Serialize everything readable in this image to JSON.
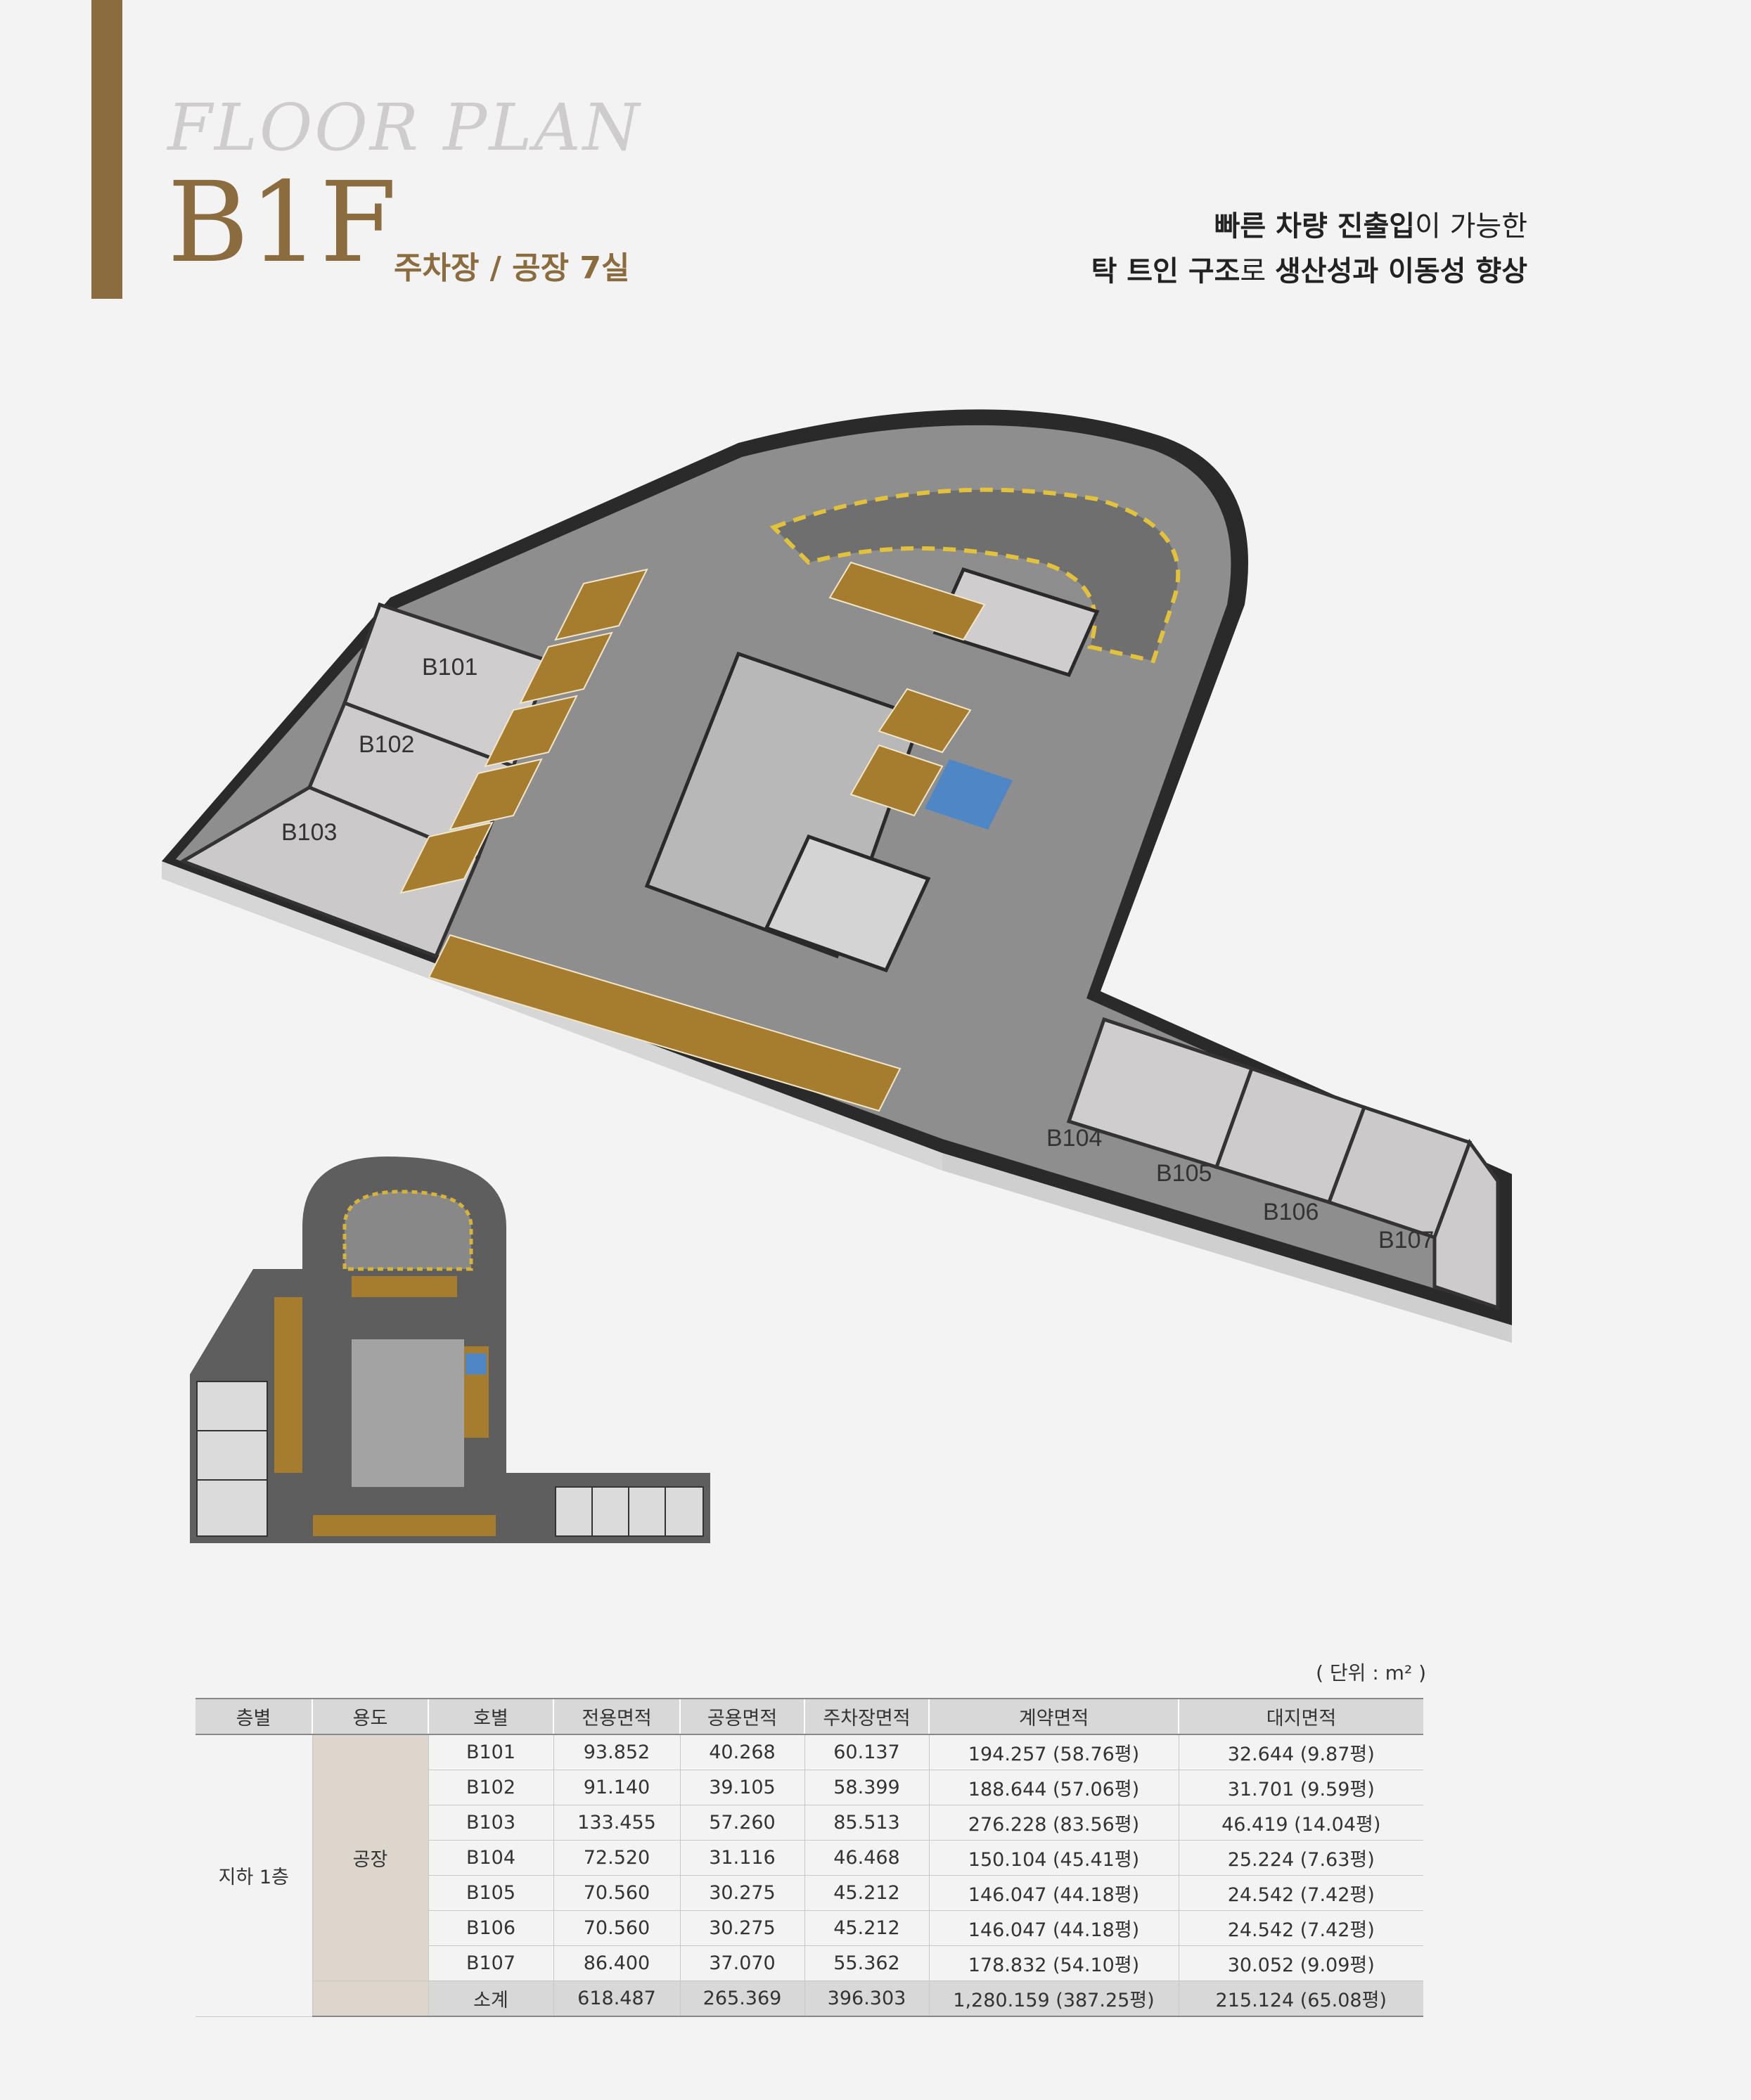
{
  "header": {
    "eyebrow": "FLOOR PLAN",
    "title": "B1F",
    "subtitle": "주차장 / 공장 7실"
  },
  "tagline": {
    "line1_bold": "빠른 차량 진출입",
    "line1_rest": "이 가능한",
    "line2_bold": "탁 트인 구조",
    "line2_mid": "로 ",
    "line2_bold2": "생산성과 이동성 향상"
  },
  "plan": {
    "units": [
      "B101",
      "B102",
      "B103",
      "B104",
      "B105",
      "B106",
      "B107"
    ]
  },
  "table": {
    "unit_note": "( 단위 : m² )",
    "headers": [
      "층별",
      "용도",
      "호별",
      "전용면적",
      "공용면적",
      "주차장면적",
      "계약면적",
      "대지면적"
    ],
    "floor": "지하 1층",
    "use": "공장",
    "rows": [
      [
        "B101",
        "93.852",
        "40.268",
        "60.137",
        "194.257 (58.76평)",
        "32.644 (9.87평)"
      ],
      [
        "B102",
        "91.140",
        "39.105",
        "58.399",
        "188.644 (57.06평)",
        "31.701 (9.59평)"
      ],
      [
        "B103",
        "133.455",
        "57.260",
        "85.513",
        "276.228 (83.56평)",
        "46.419 (14.04평)"
      ],
      [
        "B104",
        "72.520",
        "31.116",
        "46.468",
        "150.104 (45.41평)",
        "25.224 (7.63평)"
      ],
      [
        "B105",
        "70.560",
        "30.275",
        "45.212",
        "146.047 (44.18평)",
        "24.542 (7.42평)"
      ],
      [
        "B106",
        "70.560",
        "30.275",
        "45.212",
        "146.047 (44.18평)",
        "24.542 (7.42평)"
      ],
      [
        "B107",
        "86.400",
        "37.070",
        "55.362",
        "178.832 (54.10평)",
        "30.052 (9.09평)"
      ]
    ],
    "subtotal": [
      "소계",
      "618.487",
      "265.369",
      "396.303",
      "1,280.159 (387.25평)",
      "215.124 (65.08평)"
    ]
  },
  "colors": {
    "accent": "#8b6c3e",
    "parking_slot": "#a67c2e",
    "floor_gray": "#8a8a8a",
    "use_cell": "#ddd6cd"
  }
}
